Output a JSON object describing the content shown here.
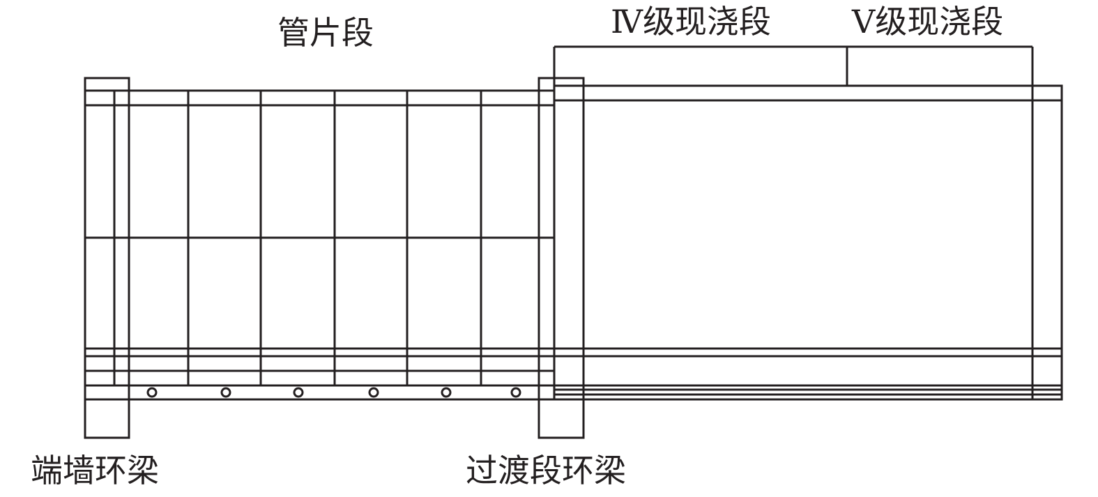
{
  "labels": {
    "segment": "管片段",
    "grade4": "Ⅳ级现浇段",
    "grade5": "Ⅴ级现浇段",
    "end_wall_beam": "端墙环梁",
    "transition_beam": "过渡段环梁"
  },
  "colors": {
    "line": "#231f20"
  },
  "segment_ring_count": 6
}
